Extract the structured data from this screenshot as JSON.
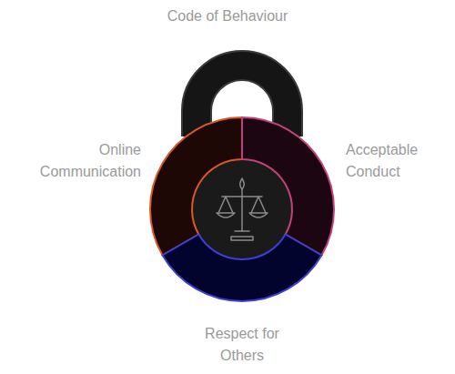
{
  "diagram": {
    "title": "Code of Behaviour",
    "nodes": [
      {
        "text": [
          "Online Communication"
        ]
      },
      {
        "text": [
          "Acceptable Conduct"
        ]
      },
      {
        "text": [
          "Respect for Others"
        ]
      }
    ]
  }
}
